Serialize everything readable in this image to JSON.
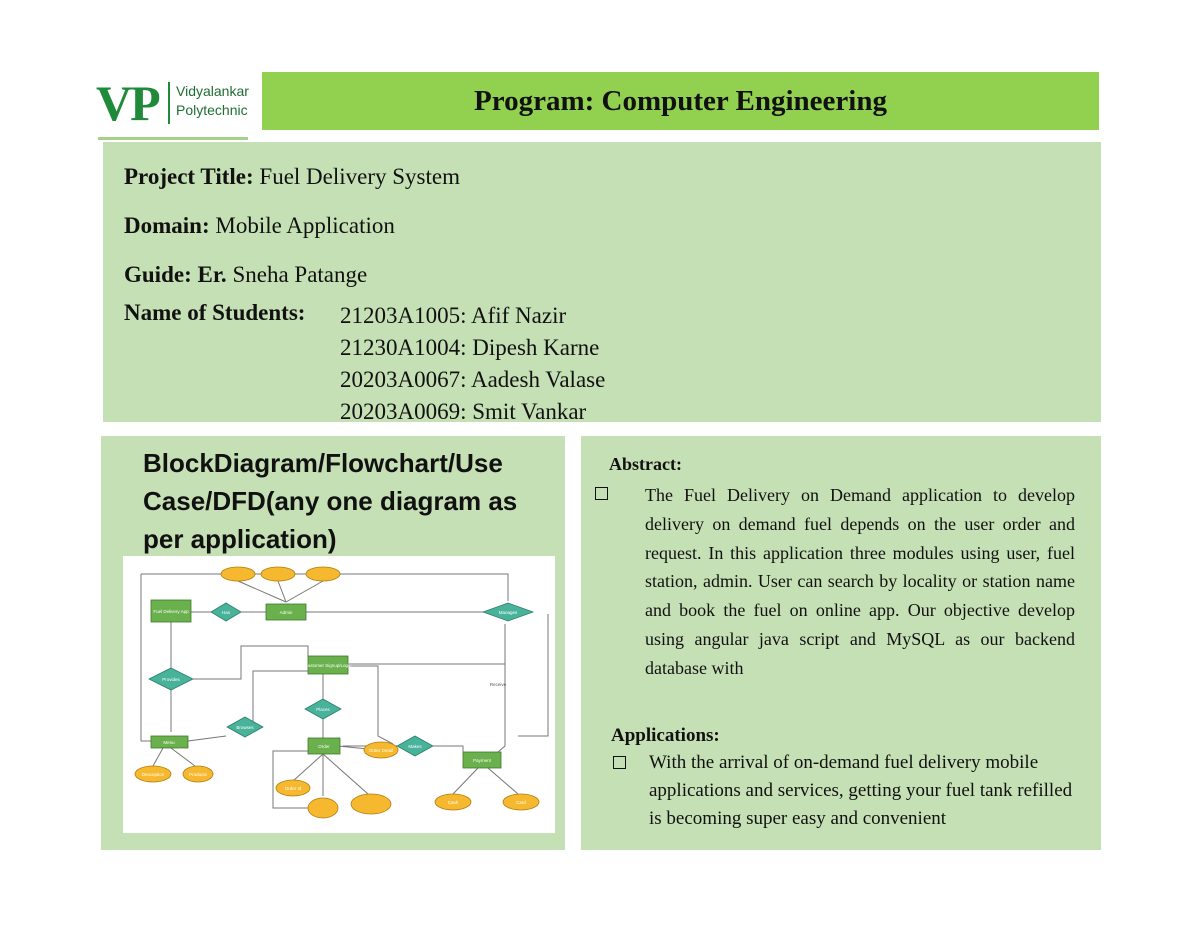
{
  "logo": {
    "mark": "VP",
    "line1": "Vidyalankar",
    "line2": "Polytechnic"
  },
  "header": {
    "title": "Program: Computer Engineering"
  },
  "project": {
    "title_label": "Project Title:",
    "title_value": "Fuel Delivery System",
    "domain_label": "Domain:",
    "domain_value": "Mobile Application",
    "guide_label": "Guide:",
    "guide_prefix": "Er.",
    "guide_value": "Sneha Patange",
    "students_label": "Name of Students:",
    "students": [
      "21203A1005: Afif Nazir",
      "21230A1004: Dipesh Karne",
      "20203A0067: Aadesh Valase",
      "20203A0069: Smit Vankar"
    ]
  },
  "diagram_section": {
    "title": "BlockDiagram/Flowchart/Use Case/DFD(any one diagram as per application)",
    "labels": {
      "fuel_app": "Fuel Delivery App",
      "has": "Has",
      "admin": "Admin",
      "manages": "Manages",
      "provides": "Provides",
      "customer": "Customer Signup/Login",
      "places": "Places",
      "browses": "Browses",
      "menu": "Menu",
      "order": "Order",
      "makes": "Makes",
      "payment": "Payment",
      "receive": "Receive",
      "description": "Description",
      "products": "Products",
      "order_detail": "Order Detail",
      "order_id": "Order Id",
      "cash": "Cash",
      "card": "Card"
    }
  },
  "abstract": {
    "heading": "Abstract:",
    "text": "The Fuel Delivery on Demand application to develop delivery on demand fuel depends on the user order and request. In this application three modules using user, fuel station, admin. User can search by locality or station name and book the fuel on online app. Our objective develop using angular java script and MySQL as our backend database with"
  },
  "applications": {
    "heading": "Applications:",
    "text": "With the arrival of on-demand fuel delivery mobile applications and services, getting your fuel tank refilled is becoming super easy and convenient"
  },
  "colors": {
    "header_green": "#92d050",
    "panel_green": "#c5e0b4",
    "entity_green": "#6ab04c",
    "relation_teal": "#48b39a",
    "attribute_yellow": "#f5b82e"
  }
}
